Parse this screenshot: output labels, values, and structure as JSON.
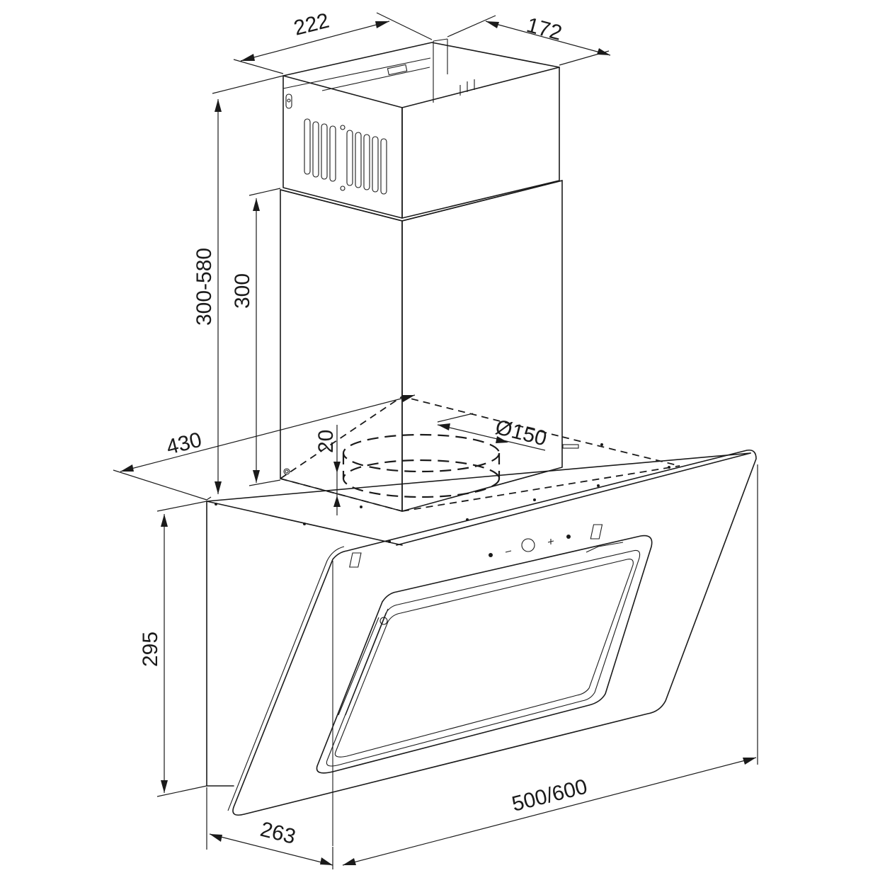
{
  "dimensions": {
    "chimney_width": "222",
    "chimney_depth": "172",
    "total_height_range": "300-580",
    "chimney_height": "300",
    "hood_depth_top": "430",
    "duct_offset": "20",
    "duct_diameter": "Ø150",
    "hood_height": "295",
    "hood_depth_bottom": "263",
    "hood_width": "500/600"
  }
}
